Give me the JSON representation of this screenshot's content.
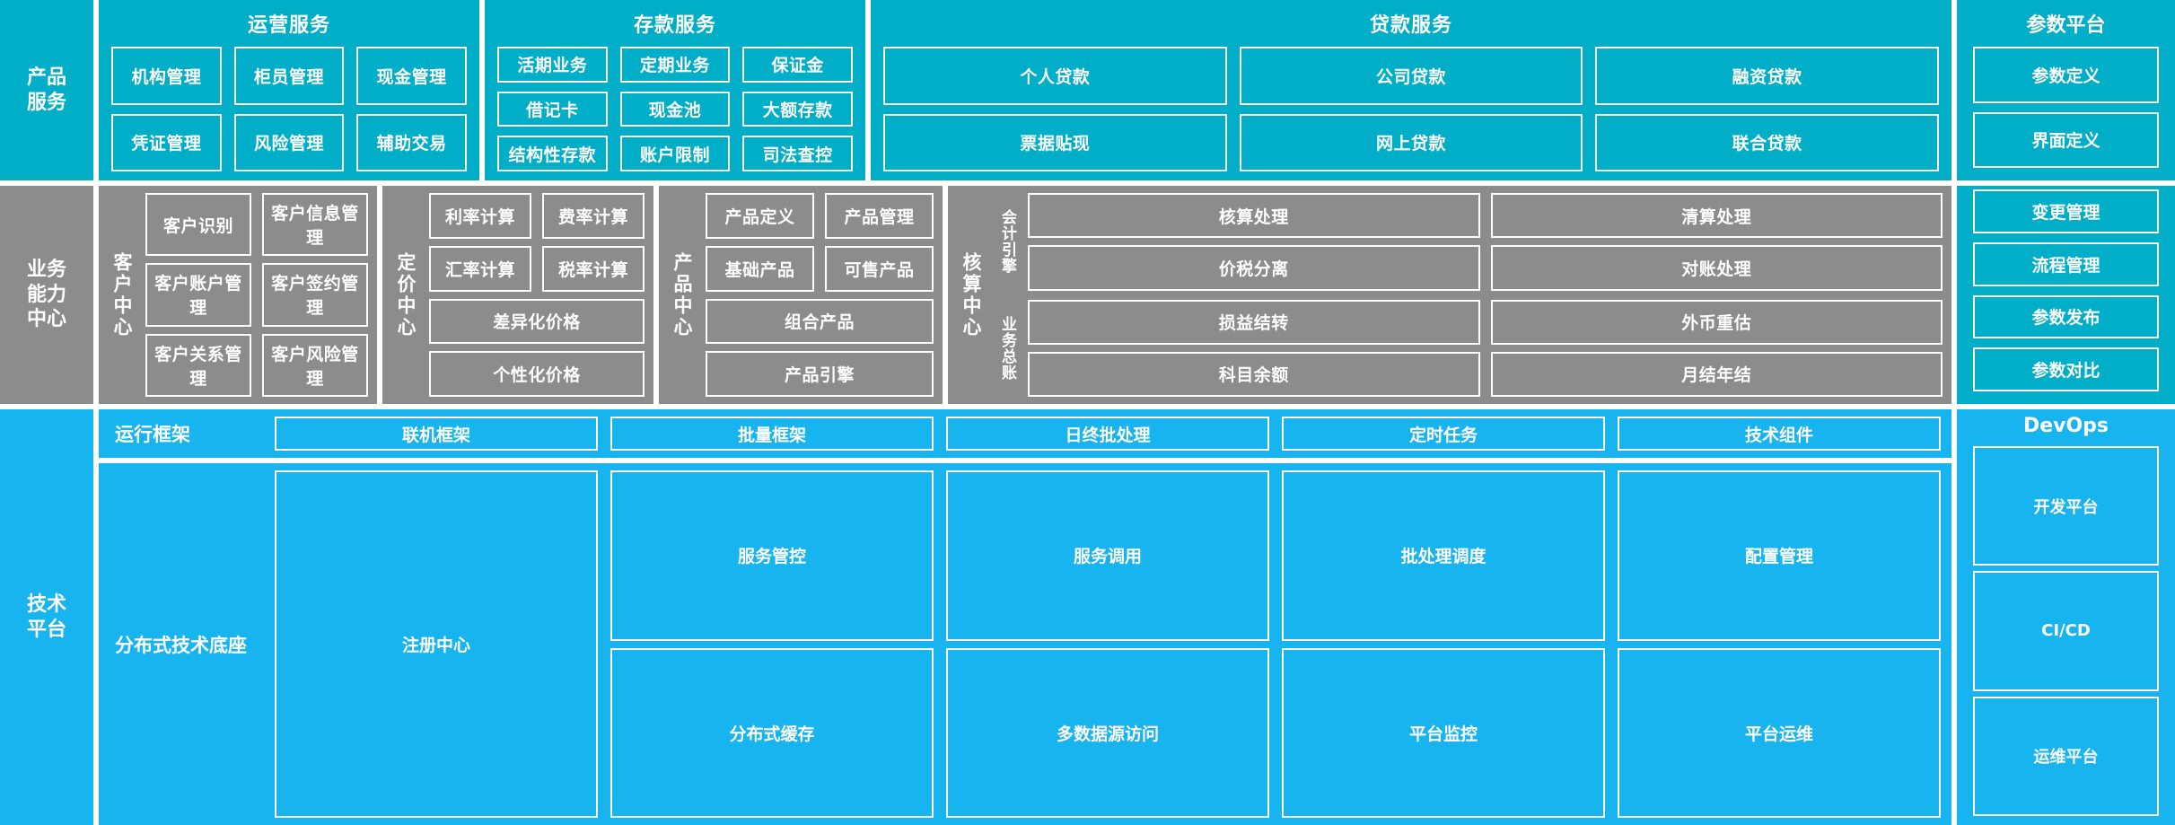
{
  "layers": {
    "products": {
      "label": "产品\n服务",
      "color": "#00AEC7"
    },
    "capability": {
      "label": "业务\n能力\n中心",
      "color": "#8C8C8C"
    },
    "technology": {
      "label": "技术\n平台",
      "color": "#18B4F0"
    }
  },
  "product_services": [
    {
      "title": "运营服务",
      "items": [
        "机构管理",
        "柜员管理",
        "现金管理",
        "凭证管理",
        "风险管理",
        "辅助交易"
      ]
    },
    {
      "title": "存款服务",
      "items": [
        "活期业务",
        "定期业务",
        "保证金",
        "借记卡",
        "现金池",
        "大额存款",
        "结构性存款",
        "账户限制",
        "司法查控"
      ]
    },
    {
      "title": "贷款服务",
      "items": [
        "个人贷款",
        "公司贷款",
        "融资贷款",
        "票据贴现",
        "网上贷款",
        "联合贷款"
      ]
    }
  ],
  "capability_centers": [
    {
      "label": "客户中心",
      "items": [
        "客户识别",
        "客户信息管理",
        "客户账户管理",
        "客户签约管理",
        "客户关系管理",
        "客户风险管理"
      ],
      "wide": []
    },
    {
      "label": "定价中心",
      "items": [
        "利率计算",
        "费率计算",
        "汇率计算",
        "税率计算"
      ],
      "wide": [
        "差异化价格",
        "个性化价格"
      ]
    },
    {
      "label": "产品中心",
      "items": [
        "产品定义",
        "产品管理",
        "基础产品",
        "可售产品"
      ],
      "wide": [
        "组合产品",
        "产品引擎"
      ]
    }
  ],
  "accounting_center": {
    "label": "核算中心",
    "groups": [
      {
        "sublabel": "会计引擎",
        "items": [
          "核算处理",
          "清算处理",
          "价税分离",
          "对账处理"
        ]
      },
      {
        "sublabel": "业务总账",
        "items": [
          "损益结转",
          "外币重估",
          "科目余额",
          "月结年结"
        ]
      }
    ]
  },
  "technology_platform": {
    "runtime_framework": {
      "name": "运行框架",
      "items": [
        "联机框架",
        "批量框架",
        "日终批处理",
        "定时任务",
        "技术组件"
      ]
    },
    "distributed_base": {
      "name": "分布式技术底座",
      "registry": "注册中心",
      "columns": [
        [
          "服务管控",
          "分布式缓存"
        ],
        [
          "服务调用",
          "多数据源访问"
        ],
        [
          "批处理调度",
          "平台监控"
        ],
        [
          "配置管理",
          "平台运维"
        ]
      ]
    }
  },
  "parameter_platform": {
    "title": "参数平台",
    "items": [
      "参数定义",
      "界面定义",
      "变更管理",
      "流程管理",
      "参数发布",
      "参数对比"
    ]
  },
  "devops": {
    "title": "DevOps",
    "items": [
      "开发平台",
      "CI/CD",
      "运维平台"
    ]
  }
}
